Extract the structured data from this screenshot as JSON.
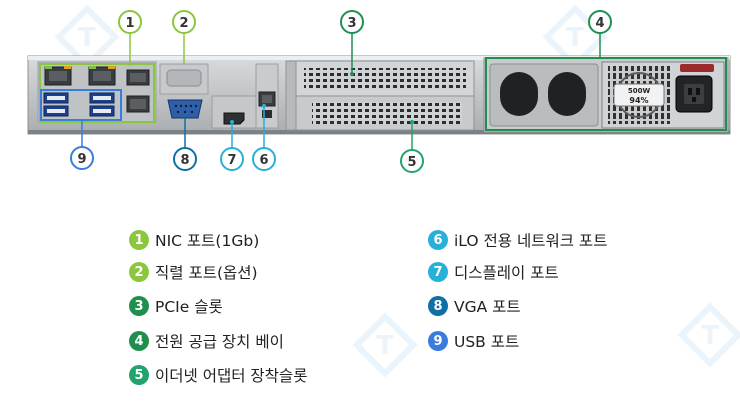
{
  "callouts": [
    {
      "n": "1",
      "color": "#8cc63f"
    },
    {
      "n": "2",
      "color": "#8cc63f"
    },
    {
      "n": "3",
      "color": "#1f8f4e"
    },
    {
      "n": "4",
      "color": "#1f8f4e"
    },
    {
      "n": "5",
      "color": "#22a36b"
    },
    {
      "n": "6",
      "color": "#27b0d8"
    },
    {
      "n": "7",
      "color": "#27b0d8"
    },
    {
      "n": "8",
      "color": "#0f6fa6"
    },
    {
      "n": "9",
      "color": "#3a7be0"
    }
  ],
  "psu": {
    "wattage": "500W",
    "efficiency": "94%"
  },
  "legend": {
    "left": [
      {
        "num": "1",
        "label": "NIC 포트(1Gb)",
        "color": "#8cc63f"
      },
      {
        "num": "2",
        "label": "직렬 포트(옵션)",
        "color": "#8cc63f"
      },
      {
        "num": "3",
        "label": "PCIe 슬롯",
        "color": "#1f8f4e"
      },
      {
        "num": "4",
        "label": "전원 공급 장치 베이",
        "color": "#1f8f4e"
      },
      {
        "num": "5",
        "label": "이더넷 어댑터 장착슬롯",
        "color": "#22a36b"
      }
    ],
    "right": [
      {
        "num": "6",
        "label": "iLO 전용 네트워크 포트",
        "color": "#27b0d8"
      },
      {
        "num": "7",
        "label": "디스플레이 포트",
        "color": "#27b0d8"
      },
      {
        "num": "8",
        "label": "VGA 포트",
        "color": "#0f6fa6"
      },
      {
        "num": "9",
        "label": "USB 포트",
        "color": "#3a7be0"
      }
    ]
  }
}
